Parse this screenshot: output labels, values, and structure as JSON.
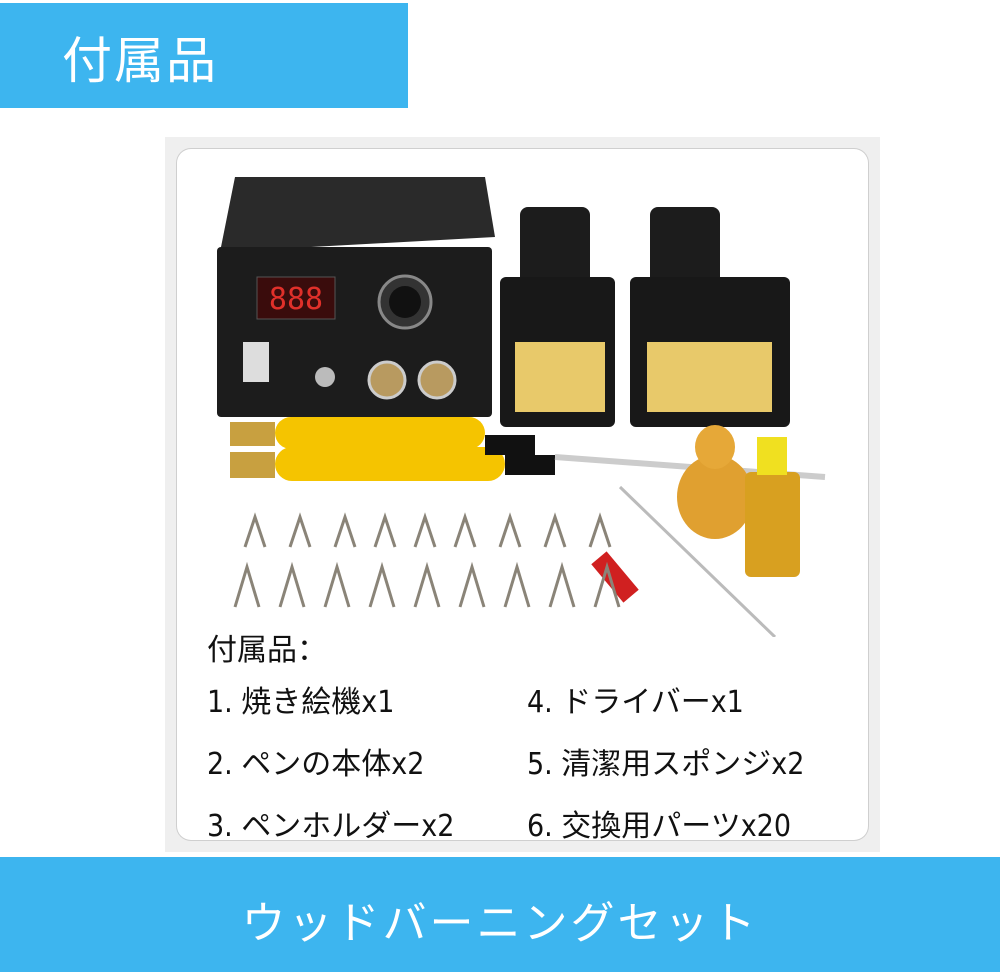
{
  "header": {
    "title": "付属品"
  },
  "panel": {
    "list_title": "付属品：",
    "items": [
      "1. 焼き絵機x1",
      "2. ペンの本体x2",
      "3. ペンホルダーx2",
      "4. ドライバーx1",
      "5. 清潔用スポンジx2",
      "6. 交換用パーツx20"
    ],
    "device_display": "888"
  },
  "footer": {
    "title": "ウッドバーニングセット"
  },
  "colors": {
    "banner": "#3db5ef",
    "pen": "#f5c400",
    "sponge": "#e8c96a",
    "device": "#1b1b1b",
    "display": "#c0201c"
  }
}
